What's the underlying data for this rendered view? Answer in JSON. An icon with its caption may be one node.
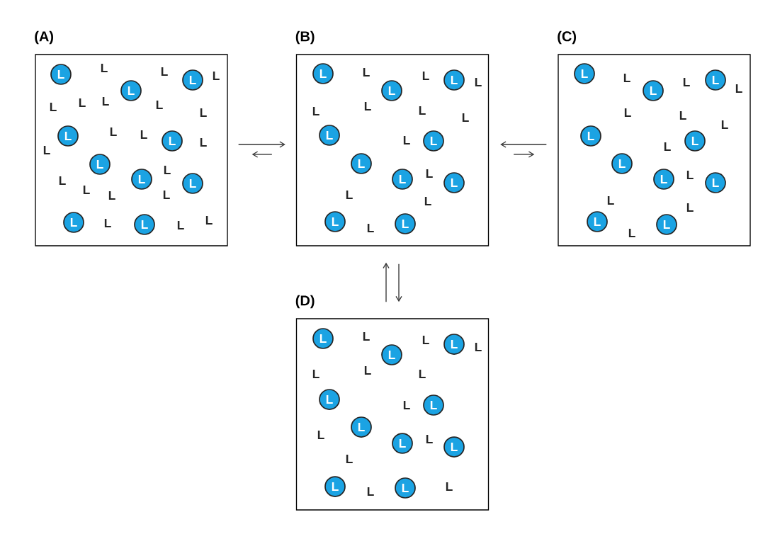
{
  "diagram": {
    "nodes": [
      {
        "text": [
          "(A)"
        ]
      },
      {
        "text": [
          "L"
        ],
        "in": 0
      },
      {
        "text": [
          "L"
        ],
        "in": 0
      },
      {
        "text": [
          "L"
        ],
        "in": 0
      },
      {
        "text": [
          "L"
        ],
        "in": 0
      },
      {
        "text": [
          "L"
        ],
        "in": 0
      },
      {
        "text": [
          "L"
        ],
        "in": 0
      },
      {
        "text": [
          "L"
        ],
        "in": 0
      },
      {
        "text": [
          "L"
        ],
        "in": 0
      },
      {
        "text": [
          "L"
        ],
        "in": 0
      },
      {
        "text": [
          "L"
        ],
        "in": 0
      },
      {
        "text": [
          "(B)"
        ]
      },
      {
        "text": [
          "L"
        ],
        "in": 11
      },
      {
        "text": [
          "L"
        ],
        "in": 11
      },
      {
        "text": [
          "L"
        ],
        "in": 11
      },
      {
        "text": [
          "L"
        ],
        "in": 11
      },
      {
        "text": [
          "L"
        ],
        "in": 11
      },
      {
        "text": [
          "L"
        ],
        "in": 11
      },
      {
        "text": [
          "L"
        ],
        "in": 11
      },
      {
        "text": [
          "L"
        ],
        "in": 11
      },
      {
        "text": [
          "L"
        ],
        "in": 11
      },
      {
        "text": [
          "L"
        ],
        "in": 11
      },
      {
        "text": [
          "(C)"
        ]
      },
      {
        "text": [
          "L"
        ],
        "in": 22
      },
      {
        "text": [
          "L"
        ],
        "in": 22
      },
      {
        "text": [
          "L"
        ],
        "in": 22
      },
      {
        "text": [
          "L"
        ],
        "in": 22
      },
      {
        "text": [
          "L"
        ],
        "in": 22
      },
      {
        "text": [
          "L"
        ],
        "in": 22
      },
      {
        "text": [
          "L"
        ],
        "in": 22
      },
      {
        "text": [
          "L"
        ],
        "in": 22
      },
      {
        "text": [
          "L"
        ],
        "in": 22
      },
      {
        "text": [
          "L"
        ],
        "in": 22
      },
      {
        "text": [
          "(D)"
        ]
      },
      {
        "text": [
          "L"
        ],
        "in": 33
      },
      {
        "text": [
          "L"
        ],
        "in": 33
      },
      {
        "text": [
          "L"
        ],
        "in": 33
      },
      {
        "text": [
          "L"
        ],
        "in": 33
      },
      {
        "text": [
          "L"
        ],
        "in": 33
      },
      {
        "text": [
          "L"
        ],
        "in": 33
      },
      {
        "text": [
          "L"
        ],
        "in": 33
      },
      {
        "text": [
          "L"
        ],
        "in": 33
      },
      {
        "text": [
          "L"
        ],
        "in": 33
      },
      {
        "text": [
          "L"
        ],
        "in": 33
      }
    ],
    "edges": [
      {
        "from": 0,
        "to": 11,
        "arrow": "to"
      },
      {
        "from": 11,
        "to": 0,
        "arrow": "to"
      },
      {
        "from": 22,
        "to": 11,
        "arrow": "to"
      },
      {
        "from": 11,
        "to": 22,
        "arrow": "to"
      },
      {
        "from": 33,
        "to": 11,
        "arrow": "to"
      },
      {
        "from": 11,
        "to": 33,
        "arrow": "to"
      }
    ],
    "labels": [
      "L",
      "L",
      "L",
      "L",
      "L",
      "L",
      "L",
      "L",
      "L",
      "L",
      "L",
      "L",
      "L",
      "L",
      "L",
      "L",
      "L",
      "L",
      "L",
      "L",
      "L",
      "L",
      "L",
      "L",
      "L",
      "L",
      "L",
      "L",
      "L",
      "L",
      "L",
      "L",
      "L",
      "L",
      "L",
      "L",
      "L",
      "L",
      "L",
      "L",
      "L",
      "L",
      "L",
      "L",
      "L",
      "L",
      "L",
      "L",
      "L",
      "L",
      "L",
      "L",
      "L",
      "L",
      "L"
    ]
  }
}
